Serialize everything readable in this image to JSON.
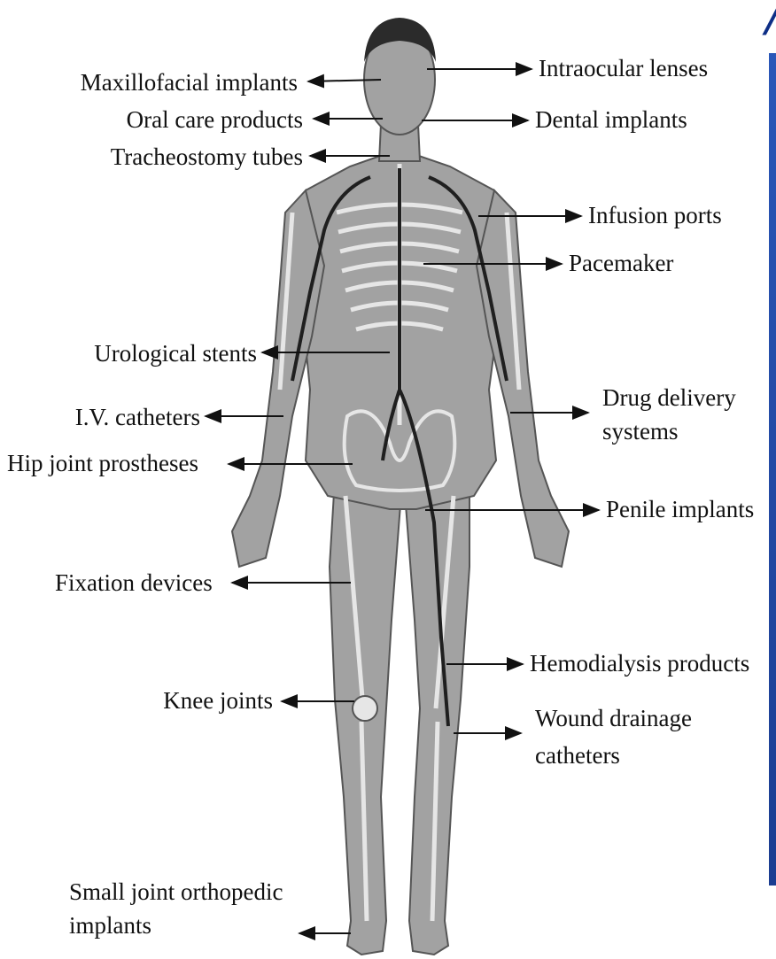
{
  "figure": {
    "left_labels": [
      {
        "id": "maxillofacial",
        "text": "Maxillofacial implants"
      },
      {
        "id": "oral-care",
        "text": "Oral care products"
      },
      {
        "id": "tracheostomy",
        "text": "Tracheostomy tubes"
      },
      {
        "id": "urological",
        "text": "Urological stents"
      },
      {
        "id": "iv-catheters",
        "text": "I.V. catheters"
      },
      {
        "id": "hip-joint",
        "text": "Hip joint prostheses"
      },
      {
        "id": "fixation",
        "text": "Fixation devices"
      },
      {
        "id": "knee-joints",
        "text": "Knee joints"
      },
      {
        "id": "small-joint-1",
        "text": "Small joint orthopedic"
      },
      {
        "id": "small-joint-2",
        "text": "implants"
      }
    ],
    "right_labels": [
      {
        "id": "intraocular",
        "text": "Intraocular lenses"
      },
      {
        "id": "dental",
        "text": "Dental implants"
      },
      {
        "id": "infusion",
        "text": "Infusion ports"
      },
      {
        "id": "pacemaker",
        "text": "Pacemaker"
      },
      {
        "id": "drug-delivery-1",
        "text": "Drug delivery"
      },
      {
        "id": "drug-delivery-2",
        "text": "systems"
      },
      {
        "id": "penile",
        "text": "Penile implants"
      },
      {
        "id": "hemodialysis",
        "text": "Hemodialysis products"
      },
      {
        "id": "wound-1",
        "text": "Wound drainage"
      },
      {
        "id": "wound-2",
        "text": "catheters"
      }
    ],
    "corner_mark": "/",
    "colors": {
      "body": "#9e9e9e",
      "skin_dark": "#7b7b7b",
      "bone": "#d6d6d6",
      "vessel": "#1f1f1f",
      "hair": "#2b2b2b",
      "text": "#111111",
      "accent": "#0d2e86"
    }
  }
}
